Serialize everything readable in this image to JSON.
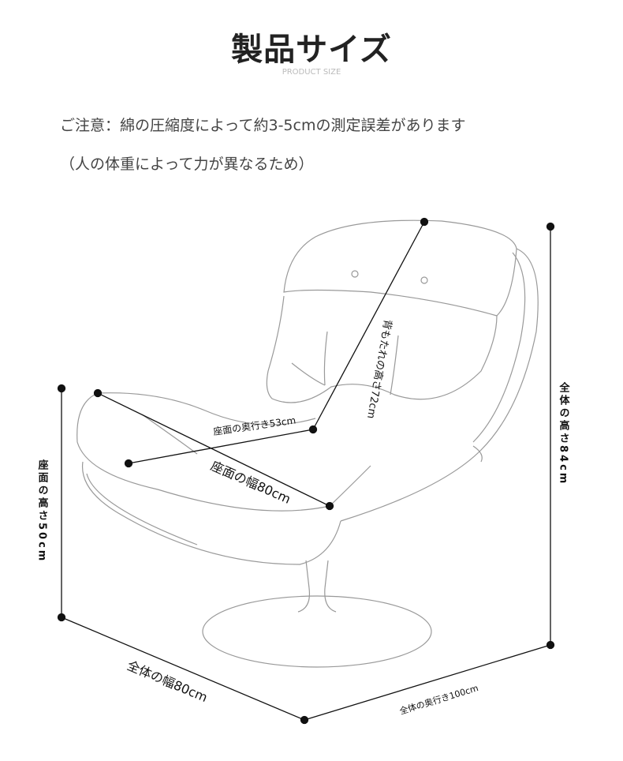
{
  "header": {
    "title": "製品サイズ",
    "subtitle": "PRODUCT SIZE"
  },
  "notes": [
    "ご注意：綿の圧縮度によって約3-5cmの測定誤差があります",
    "（人の体重によって力が異なるため）"
  ],
  "dimensions": {
    "backrest_height": "背もたれの高さ72cm",
    "seat_depth": "座面の奥行き53cm",
    "seat_width": "座面の幅80cm",
    "overall_height": "全体の高さ84cm",
    "seat_height": "座面の高さ50cm",
    "overall_width": "全体の幅80cm",
    "overall_depth": "全体の奥行き100cm"
  }
}
